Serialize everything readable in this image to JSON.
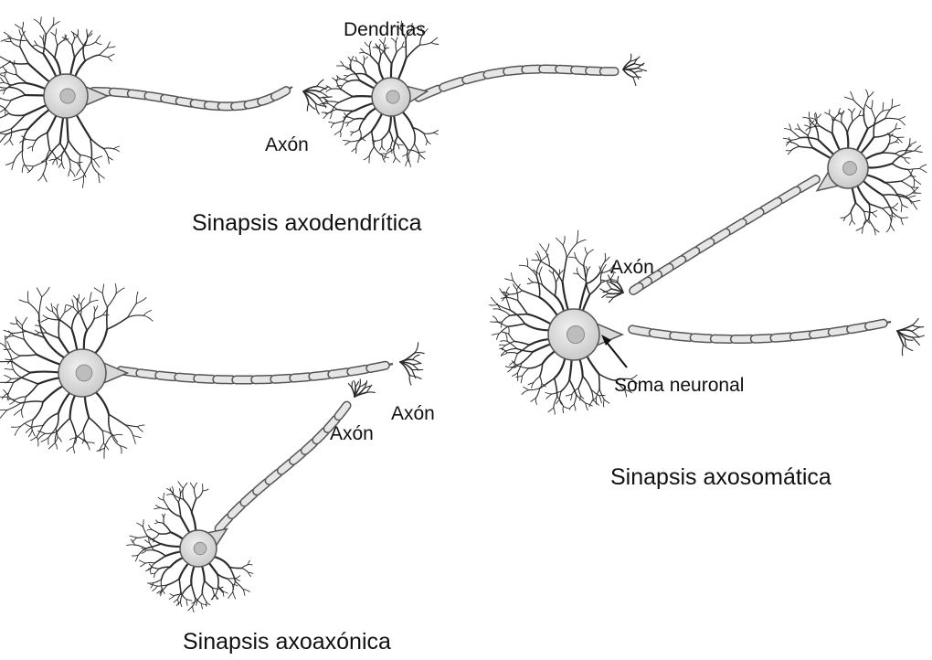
{
  "labels": {
    "dendritas": "Dendritas",
    "axon_top": "Axón",
    "axon_right": "Axón",
    "axon_bottom_a": "Axón",
    "axon_bottom_b": "Axón",
    "soma": "Soma neuronal"
  },
  "captions": {
    "axodendritica": "Sinapsis axodendrítica",
    "axoaxonica": "Sinapsis axoaxónica",
    "axosomatica": "Sinapsis axosomática"
  },
  "colors": {
    "background": "#ffffff",
    "text": "#111111",
    "cell_fill": "#d9d9d9",
    "cell_stroke": "#555555",
    "myelin_fill": "#e6e6e6",
    "nucleus": "#bdbdbd",
    "dendrite": "#2b2b2b"
  }
}
